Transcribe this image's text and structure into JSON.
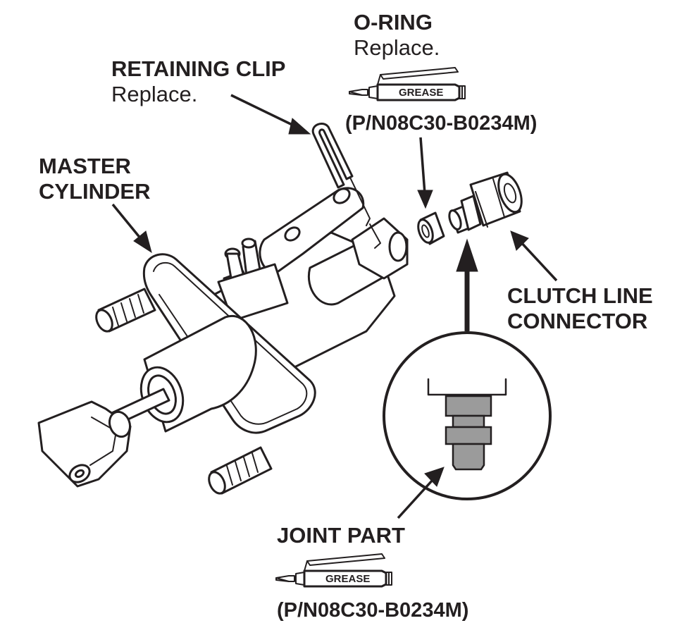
{
  "labels": {
    "o_ring": {
      "title": "O-RING",
      "note": "Replace."
    },
    "retaining_clip": {
      "title": "RETAINING CLIP",
      "note": "Replace."
    },
    "master_cylinder": {
      "line1": "MASTER",
      "line2": "CYLINDER"
    },
    "clutch_line_connector": {
      "line1": "CLUTCH LINE",
      "line2": "CONNECTOR"
    },
    "joint_part": {
      "title": "JOINT PART"
    }
  },
  "grease": {
    "tube_text": "GREASE",
    "part_number": "(P/N08C30-B0234M)"
  },
  "icons": [
    "grease-tube-icon",
    "master-cylinder-illustration",
    "o-ring-illustration",
    "clutch-line-connector-illustration",
    "retaining-clip-illustration",
    "joint-part-detail-illustration"
  ],
  "colors": {
    "ink": "#231f20",
    "detail_fill": "#9b9b9b",
    "background": "#ffffff"
  }
}
